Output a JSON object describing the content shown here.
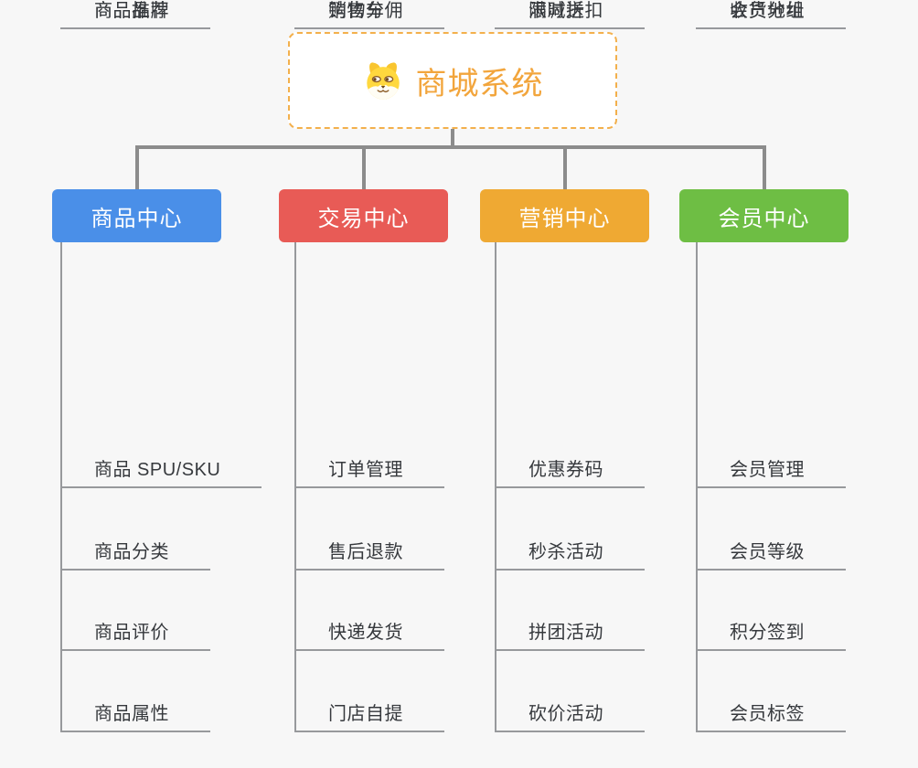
{
  "root": {
    "title": "商城系统",
    "icon": "doge-icon",
    "accent_color": "#f2a53c",
    "border_color": "#f3b04c"
  },
  "connector_color": "#8c8c8c",
  "branches": [
    {
      "label": "商品中心",
      "color": "#4a8fe8",
      "items": [
        "商品 SPU/SKU",
        "商品分类",
        "商品评价",
        "商品属性",
        "商品推荐",
        "商品品牌"
      ]
    },
    {
      "label": "交易中心",
      "color": "#e85b56",
      "items": [
        "订单管理",
        "售后退款",
        "快递发货",
        "门店自提",
        "购物车",
        "销售分佣"
      ]
    },
    {
      "label": "营销中心",
      "color": "#efa933",
      "items": [
        "优惠券码",
        "秒杀活动",
        "拼团活动",
        "砍价活动",
        "限时折扣",
        "满减送"
      ]
    },
    {
      "label": "会员中心",
      "color": "#6ebe44",
      "items": [
        "会员管理",
        "会员等级",
        "积分签到",
        "会员标签",
        "会员分组",
        "收货地址"
      ]
    }
  ]
}
